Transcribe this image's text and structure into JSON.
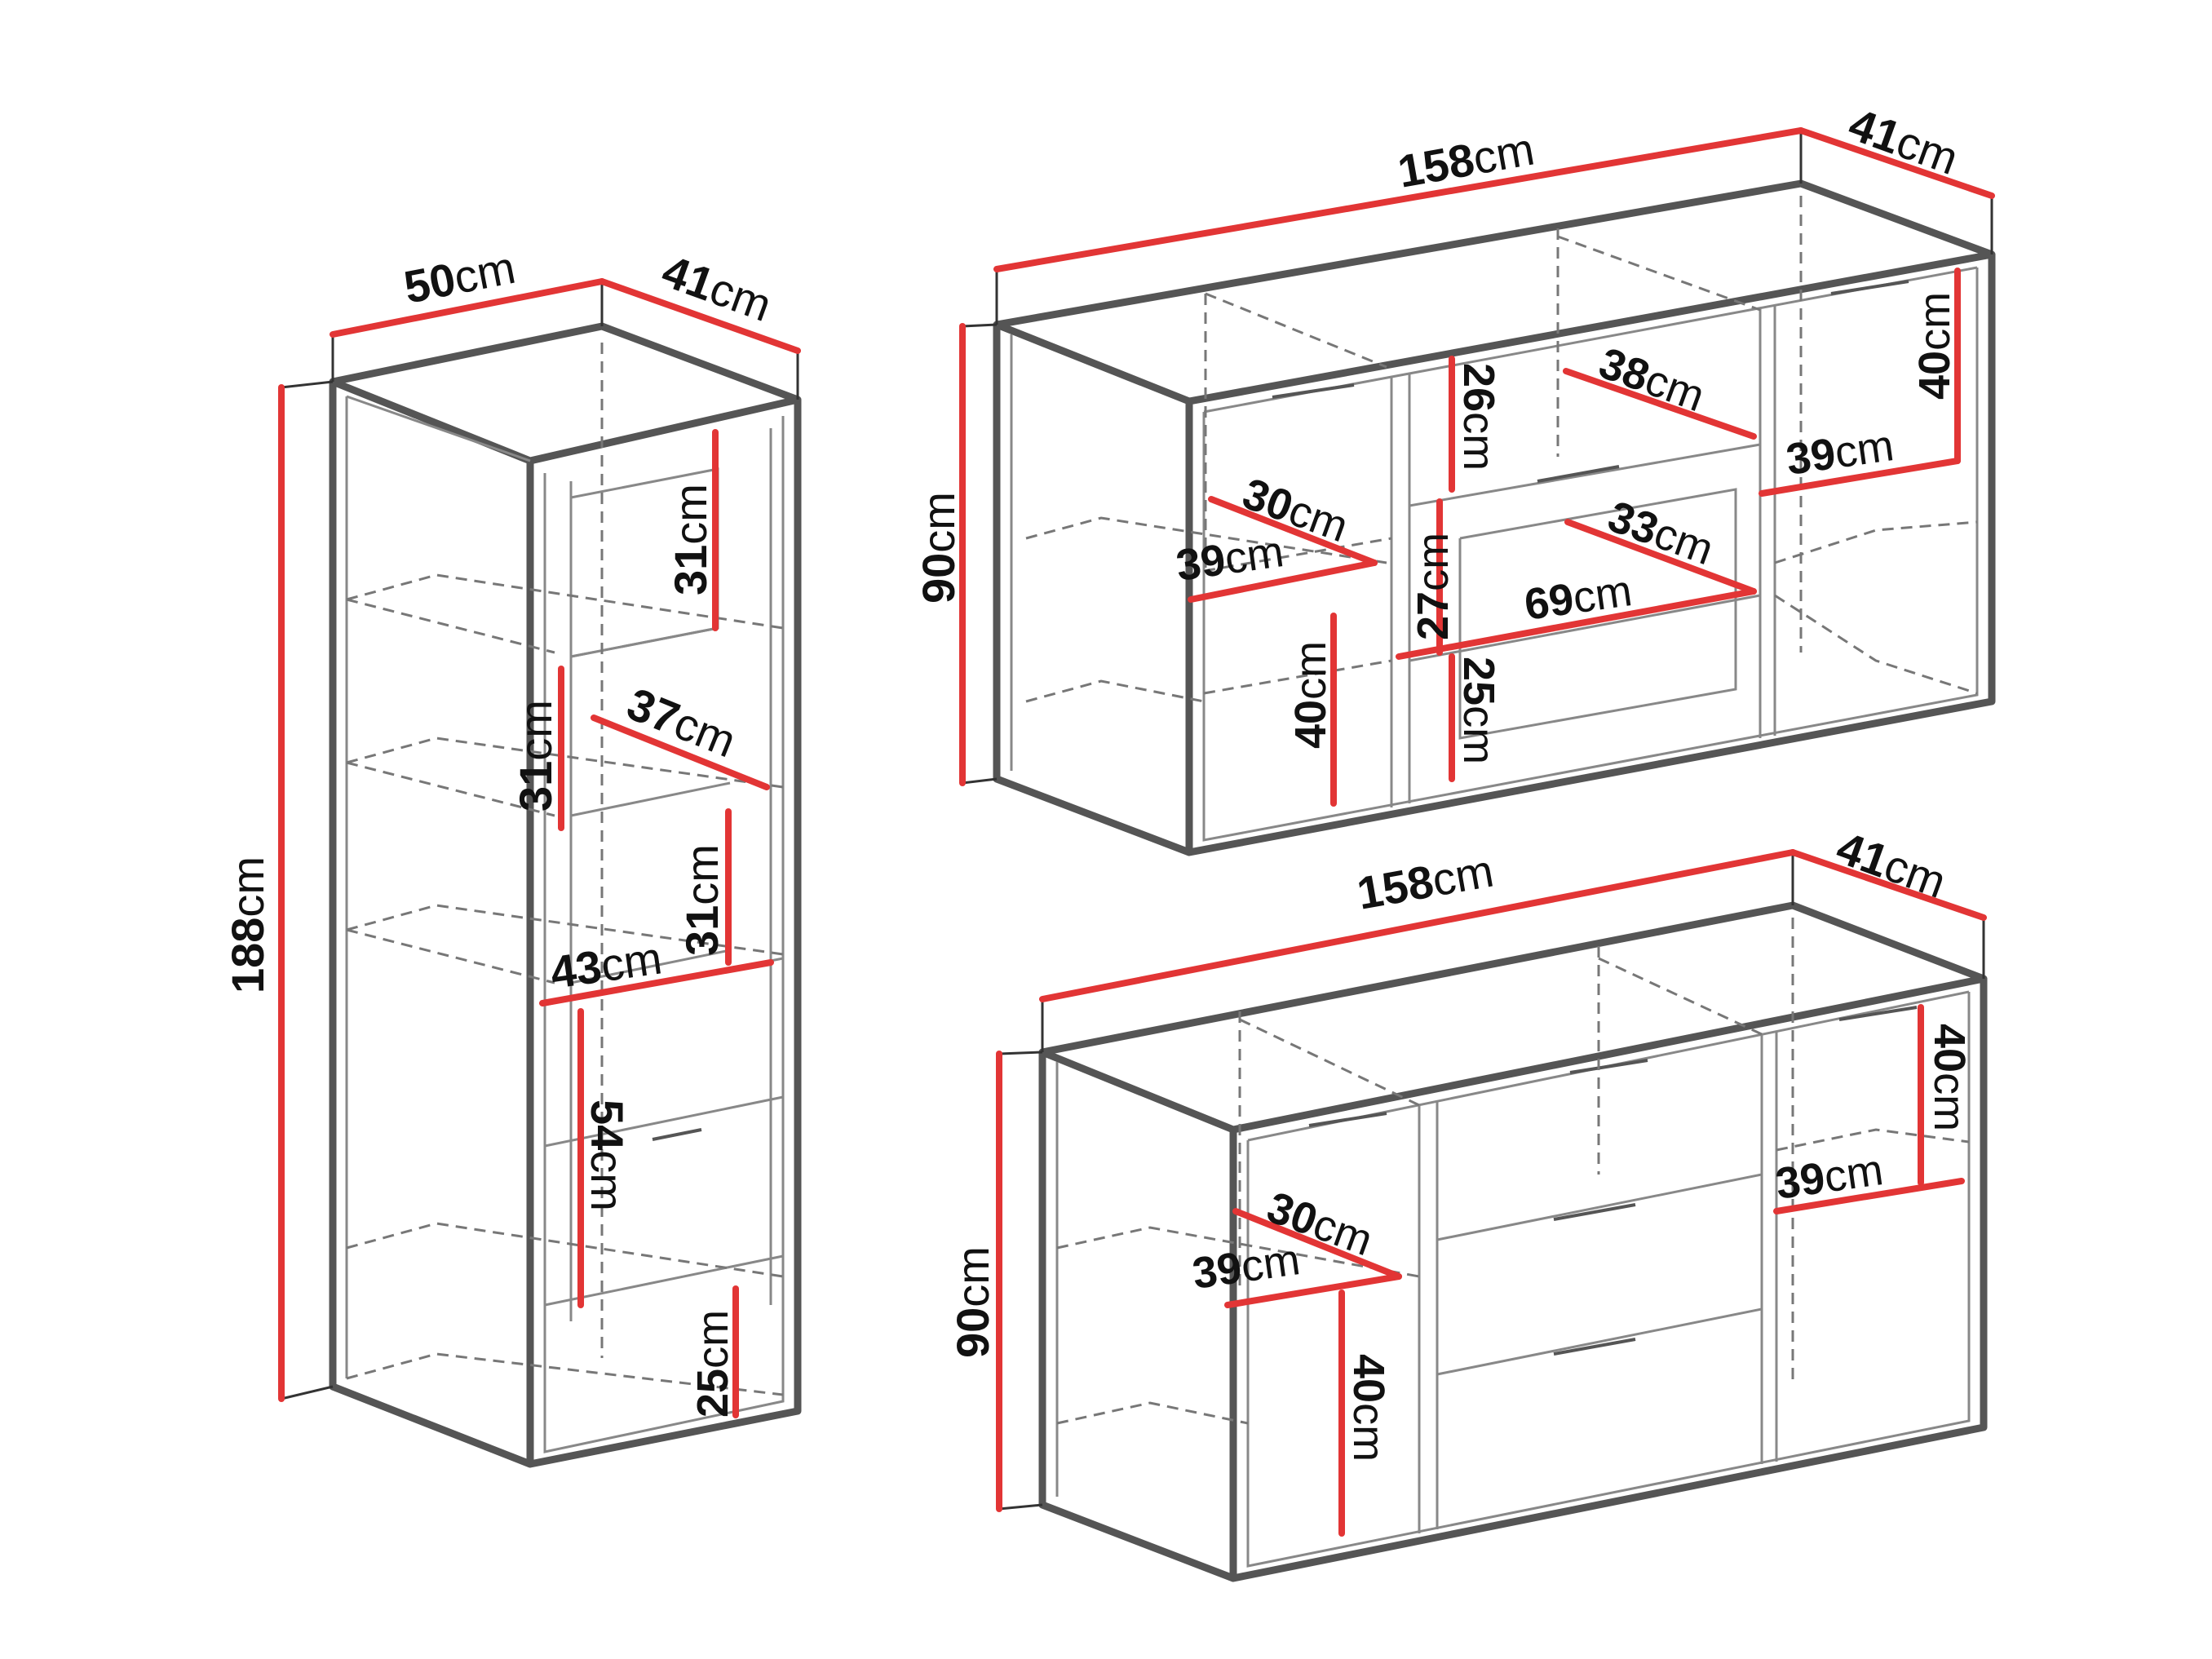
{
  "colors": {
    "dimension_line": "#e23535",
    "furniture_outline": "#555555",
    "hidden_line": "#777777",
    "text": "#111111"
  },
  "unit": "cm",
  "cabinet_tall": {
    "width": "50",
    "depth": "41",
    "height": "188",
    "shelf_top_height": "31",
    "shelf_mid_height": "31",
    "shelf_low_height": "31",
    "shelf_depth": "37",
    "shelf_width": "43",
    "drawer_height": "54",
    "plinth_height": "25"
  },
  "sideboard_top": {
    "width": "158",
    "depth": "41",
    "height": "90",
    "right_compartment_height": "40",
    "right_compartment_depth": "39",
    "center_upper_height": "26",
    "center_upper_depth": "38",
    "center_mid_height": "27",
    "center_mid_depth": "33",
    "center_width": "69",
    "center_low_height": "25",
    "left_depth_a": "30",
    "left_depth_b": "39",
    "left_height": "40"
  },
  "sideboard_bottom": {
    "width": "158",
    "depth": "41",
    "height": "90",
    "right_compartment_height": "40",
    "right_compartment_depth": "39",
    "left_depth_a": "30",
    "left_depth_b": "39",
    "left_height": "40"
  }
}
